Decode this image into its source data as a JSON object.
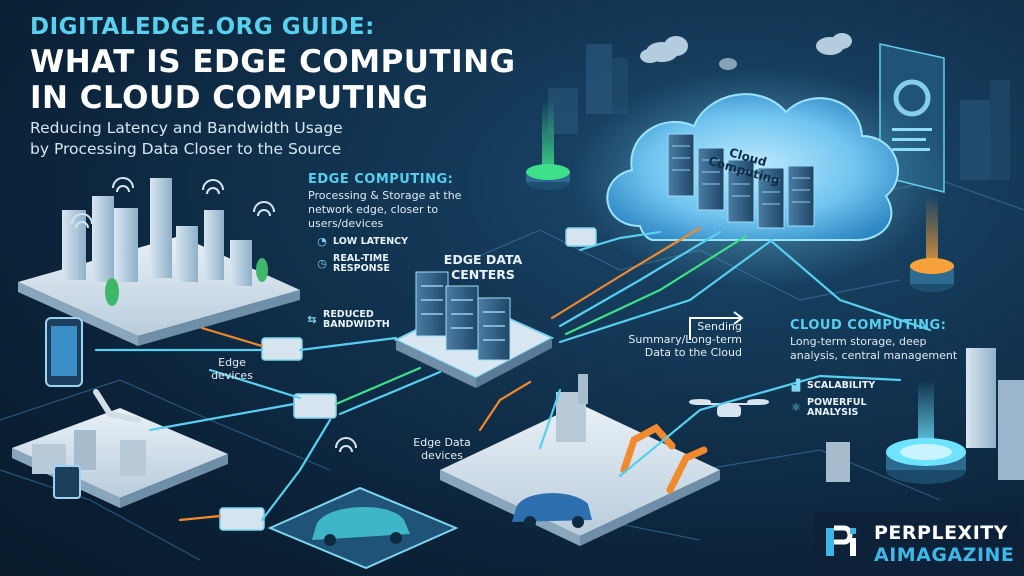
{
  "header": {
    "kicker": "DIGITALEDGE.ORG GUIDE:",
    "title_line1": "WHAT IS EDGE COMPUTING",
    "title_line2": "IN CLOUD COMPUTING",
    "subtitle_line1": "Reducing Latency and Bandwidth Usage",
    "subtitle_line2": "by Processing Data Closer to the Source"
  },
  "edge_panel": {
    "heading": "EDGE COMPUTING:",
    "body_line1": "Processing & Storage at the",
    "body_line2": "network edge, closer to",
    "body_line3": "users/devices",
    "features": [
      {
        "icon": "gauge-icon",
        "line1": "LOW LATENCY",
        "line2": ""
      },
      {
        "icon": "clock-icon",
        "line1": "REAL-TIME",
        "line2": "RESPONSE"
      },
      {
        "icon": "arrows-icon",
        "line1": "REDUCED",
        "line2": "BANDWIDTH"
      }
    ]
  },
  "cloud_panel": {
    "heading": "CLOUD COMPUTING:",
    "body_line1": "Long-term storage, deep",
    "body_line2": "analysis, central management",
    "features": [
      {
        "icon": "chart-icon",
        "line1": "SCALABILITY",
        "line2": ""
      },
      {
        "icon": "atom-icon",
        "line1": "POWERFUL",
        "line2": "ANALYSIS"
      }
    ]
  },
  "labels": {
    "edge_data_centers_line1": "EDGE DATA",
    "edge_data_centers_line2": "CENTERS",
    "cloud_computing_line1": "Cloud",
    "cloud_computing_line2": "Computing",
    "sending_line1": "Sending",
    "sending_line2": "Summary/Long-term",
    "sending_line3": "Data to the Cloud",
    "edge_devices_line1": "Edge",
    "edge_devices_line2": "devices",
    "edge_data_devices_line1": "Edge Data",
    "edge_data_devices_line2": "devices"
  },
  "logo": {
    "line1": "PERPLEXITY",
    "line2": "AIMAGAZINE"
  },
  "colors": {
    "accent_cyan": "#58cfef",
    "flow_orange": "#f08a2e",
    "flow_green": "#3fe08a",
    "background": "#0b2238"
  }
}
